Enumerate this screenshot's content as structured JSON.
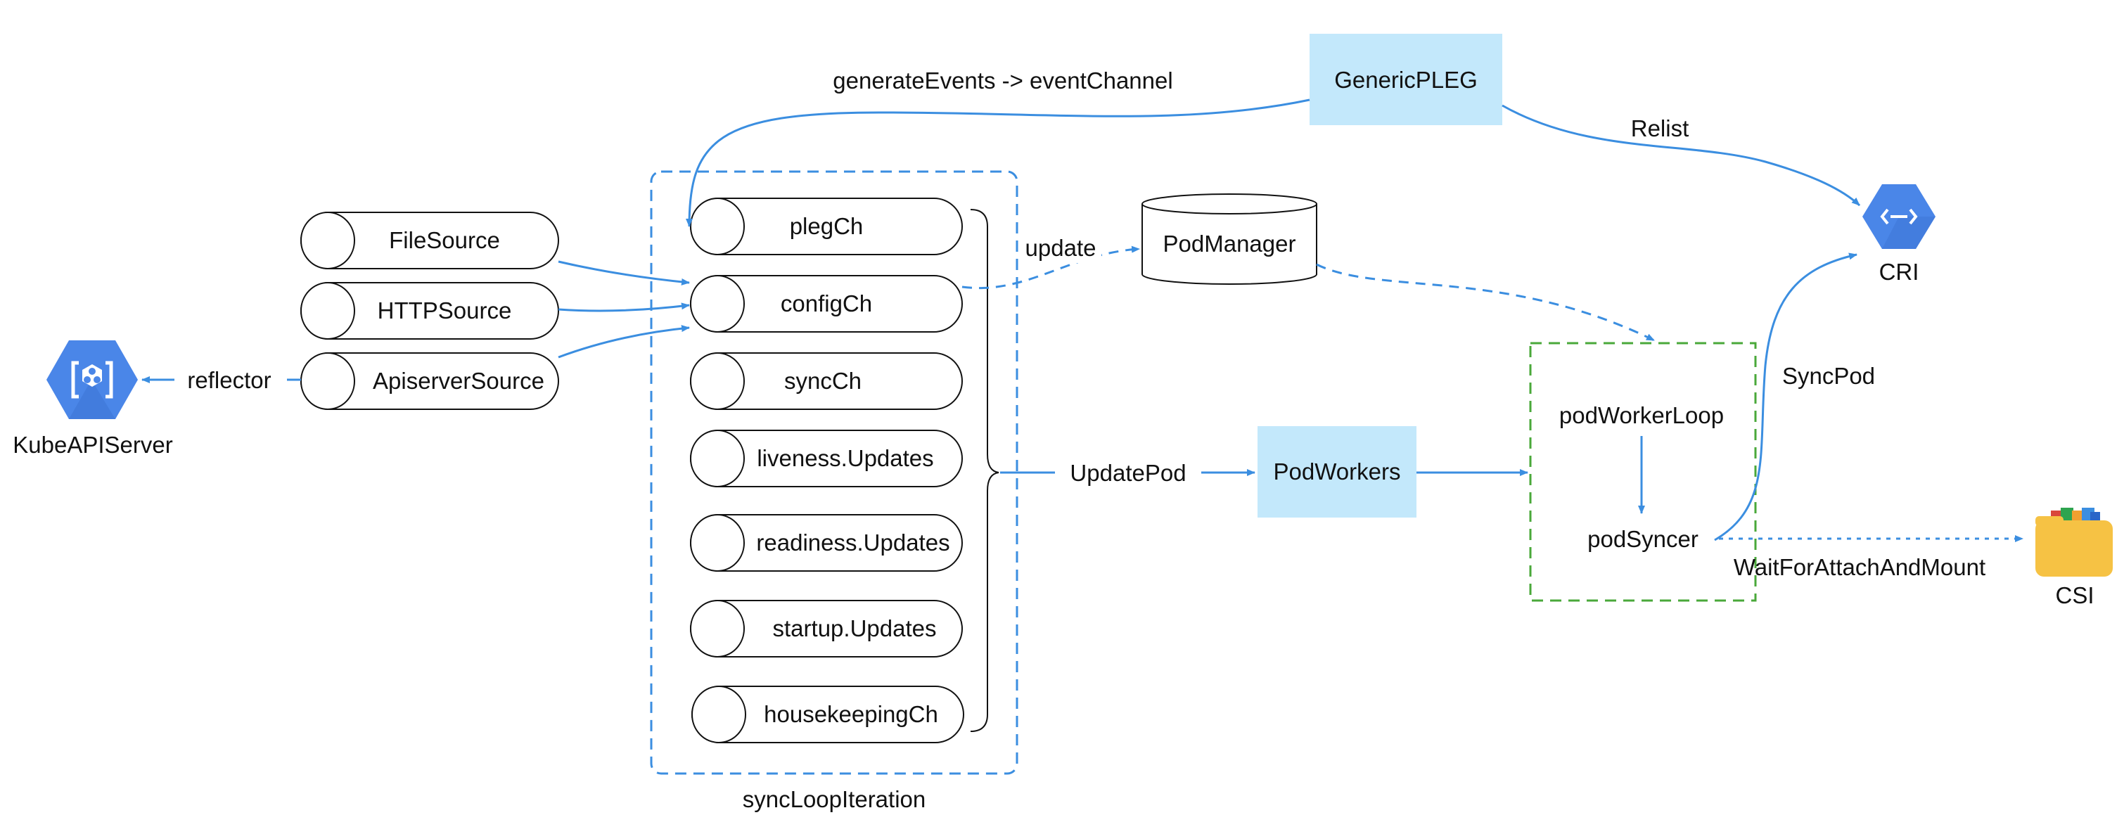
{
  "nodes": {
    "kube_api_server": "KubeAPIServer",
    "file_source": "FileSource",
    "http_source": "HTTPSource",
    "apiserver_source": "ApiserverSource",
    "generic_pleg": "GenericPLEG",
    "pod_manager": "PodManager",
    "pod_workers": "PodWorkers",
    "pod_worker_loop": "podWorkerLoop",
    "pod_syncer": "podSyncer",
    "cri": "CRI",
    "csi": "CSI"
  },
  "channels": [
    "plegCh",
    "configCh",
    "syncCh",
    "liveness.Updates",
    "readiness.Updates",
    "startup.Updates",
    "housekeepingCh"
  ],
  "groups": {
    "sync_loop_iteration": "syncLoopIteration"
  },
  "edges": {
    "reflector": "reflector",
    "generate_events": "generateEvents -> eventChannel",
    "relist": "Relist",
    "update": "update",
    "update_pod": "UpdatePod",
    "sync_pod": "SyncPod",
    "wait_for_attach": "WaitForAttachAndMount"
  },
  "colors": {
    "arrow": "#3b8ee0",
    "box_fill": "#c3e8fb",
    "dashed_group": "#3b8ee0",
    "worker_group": "#4aa83a",
    "gcp_blue": "#4a86e8",
    "csi_yellow": "#f6c244"
  },
  "icons": {
    "kube_api_server": "kubernetes-engine-icon",
    "cri": "api-hexagon-icon",
    "csi": "storage-folder-icon"
  }
}
